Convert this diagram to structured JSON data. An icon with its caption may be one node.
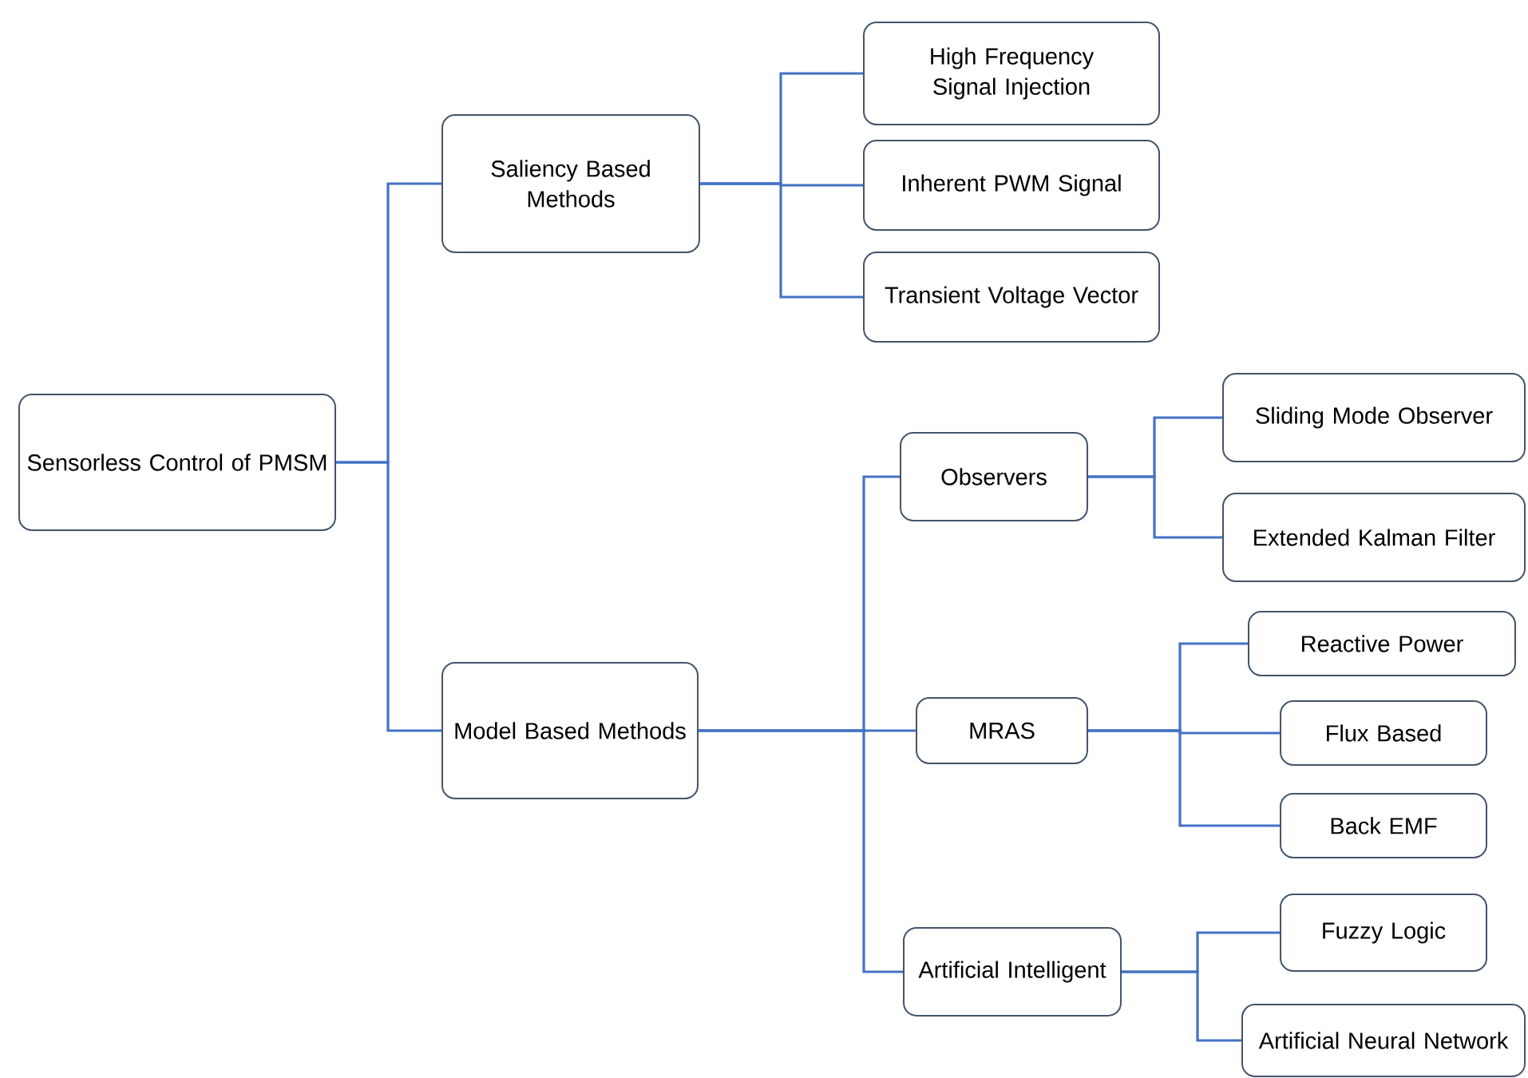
{
  "diagram": {
    "nodes": [
      {
        "text": [
          "Sensorless Control of PMSM"
        ]
      },
      {
        "text": [
          "Saliency Based Methods"
        ]
      },
      {
        "text": [
          "High Frequency Signal Injection"
        ]
      },
      {
        "text": [
          "Inherent PWM Signal"
        ]
      },
      {
        "text": [
          "Transient Voltage Vector"
        ]
      },
      {
        "text": [
          "Model Based Methods"
        ]
      },
      {
        "text": [
          "Observers"
        ]
      },
      {
        "text": [
          "Sliding Mode Observer"
        ]
      },
      {
        "text": [
          "Extended Kalman Filter"
        ]
      },
      {
        "text": [
          "MRAS"
        ]
      },
      {
        "text": [
          "Reactive Power"
        ]
      },
      {
        "text": [
          "Flux Based"
        ]
      },
      {
        "text": [
          "Back EMF"
        ]
      },
      {
        "text": [
          "Artificial Intelligent"
        ]
      },
      {
        "text": [
          "Fuzzy Logic"
        ]
      },
      {
        "text": [
          "Artificial Neural Network"
        ]
      }
    ],
    "edges": [
      {
        "from": 0,
        "to": 1,
        "arrow": "none"
      },
      {
        "from": 0,
        "to": 5,
        "arrow": "none"
      },
      {
        "from": 1,
        "to": 2,
        "arrow": "none"
      },
      {
        "from": 1,
        "to": 3,
        "arrow": "none"
      },
      {
        "from": 1,
        "to": 4,
        "arrow": "none"
      },
      {
        "from": 5,
        "to": 6,
        "arrow": "none"
      },
      {
        "from": 5,
        "to": 9,
        "arrow": "none"
      },
      {
        "from": 5,
        "to": 13,
        "arrow": "none"
      },
      {
        "from": 6,
        "to": 7,
        "arrow": "none"
      },
      {
        "from": 6,
        "to": 8,
        "arrow": "none"
      },
      {
        "from": 9,
        "to": 10,
        "arrow": "none"
      },
      {
        "from": 9,
        "to": 11,
        "arrow": "none"
      },
      {
        "from": 9,
        "to": 12,
        "arrow": "none"
      },
      {
        "from": 13,
        "to": 14,
        "arrow": "none"
      },
      {
        "from": 13,
        "to": 15,
        "arrow": "none"
      }
    ]
  }
}
